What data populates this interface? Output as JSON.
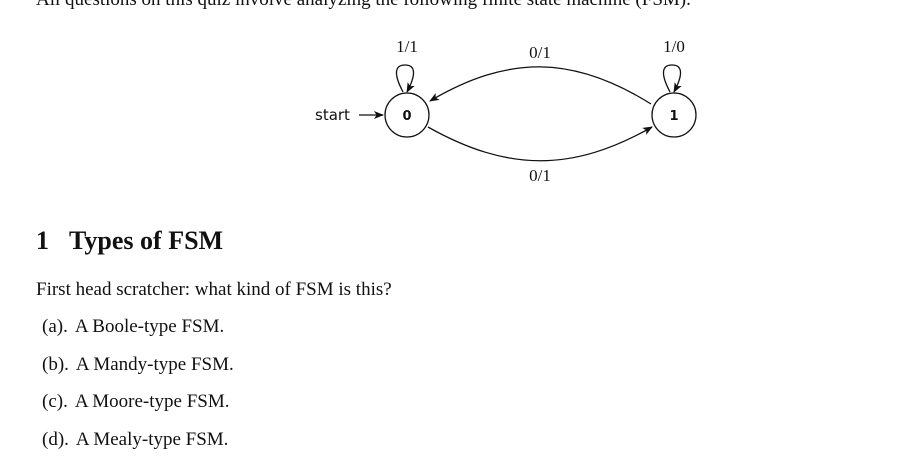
{
  "intro": "All questions on this quiz involve analyzing the following finite state machine (FSM).",
  "fsm": {
    "start_label": "start",
    "states": [
      "0",
      "1"
    ],
    "transitions": [
      {
        "from": "0",
        "to": "0",
        "label": "1/1"
      },
      {
        "from": "1",
        "to": "0",
        "label": "0/1"
      },
      {
        "from": "1",
        "to": "1",
        "label": "1/0"
      },
      {
        "from": "0",
        "to": "1",
        "label": "0/1"
      }
    ]
  },
  "section": {
    "number": "1",
    "title": "Types of FSM"
  },
  "question": "First head scratcher: what kind of FSM is this?",
  "options": [
    {
      "marker": "(a).",
      "text": "A Boole-type FSM."
    },
    {
      "marker": "(b).",
      "text": "A Mandy-type FSM."
    },
    {
      "marker": "(c).",
      "text": "A Moore-type FSM."
    },
    {
      "marker": "(d).",
      "text": "A Mealy-type FSM."
    }
  ]
}
